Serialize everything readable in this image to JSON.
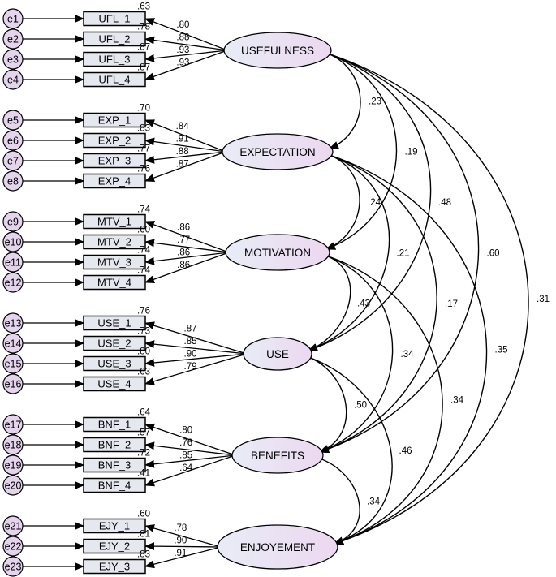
{
  "colors": {
    "latent_fill_left": "#e8ecf6",
    "latent_fill_right": "#ecd8f0",
    "observed_fill": "#e6e8f0",
    "error_fill": "#e4d4ec",
    "stroke": "#000000",
    "background": "#ffffff"
  },
  "diagram": {
    "factors": [
      {
        "name": "USEFULNESS",
        "indicators": [
          {
            "label": "UFL_1",
            "error": "e1",
            "r2": ".63",
            "loading": ".80"
          },
          {
            "label": "UFL_2",
            "error": "e2",
            "r2": ".78",
            "loading": ".88"
          },
          {
            "label": "UFL_3",
            "error": "e3",
            "r2": ".87",
            "loading": ".93"
          },
          {
            "label": "UFL_4",
            "error": "e4",
            "r2": ".87",
            "loading": ".93"
          }
        ]
      },
      {
        "name": "EXPECTATION",
        "indicators": [
          {
            "label": "EXP_1",
            "error": "e5",
            "r2": ".70",
            "loading": ".84"
          },
          {
            "label": "EXP_2",
            "error": "e6",
            "r2": ".83",
            "loading": ".91"
          },
          {
            "label": "EXP_3",
            "error": "e7",
            "r2": ".77",
            "loading": ".88"
          },
          {
            "label": "EXP_4",
            "error": "e8",
            "r2": ".76",
            "loading": ".87"
          }
        ]
      },
      {
        "name": "MOTIVATION",
        "indicators": [
          {
            "label": "MTV_1",
            "error": "e9",
            "r2": ".74",
            "loading": ".86"
          },
          {
            "label": "MTV_2",
            "error": "e10",
            "r2": ".60",
            "loading": ".77"
          },
          {
            "label": "MTV_3",
            "error": "e11",
            "r2": ".74",
            "loading": ".86"
          },
          {
            "label": "MTV_4",
            "error": "e12",
            "r2": ".74",
            "loading": ".86"
          }
        ]
      },
      {
        "name": "USE",
        "indicators": [
          {
            "label": "USE_1",
            "error": "e13",
            "r2": ".76",
            "loading": ".87"
          },
          {
            "label": "USE_2",
            "error": "e14",
            "r2": ".73",
            "loading": ".85"
          },
          {
            "label": "USE_3",
            "error": "e15",
            "r2": ".80",
            "loading": ".90"
          },
          {
            "label": "USE_4",
            "error": "e16",
            "r2": ".63",
            "loading": ".79"
          }
        ]
      },
      {
        "name": "BENEFITS",
        "indicators": [
          {
            "label": "BNF_1",
            "error": "e17",
            "r2": ".64",
            "loading": ".80"
          },
          {
            "label": "BNF_2",
            "error": "e18",
            "r2": ".57",
            "loading": ".76"
          },
          {
            "label": "BNF_3",
            "error": "e19",
            "r2": ".72",
            "loading": ".85"
          },
          {
            "label": "BNF_4",
            "error": "e20",
            "r2": ".41",
            "loading": ".64"
          }
        ]
      },
      {
        "name": "ENJOYEMENT",
        "indicators": [
          {
            "label": "EJY_1",
            "error": "e21",
            "r2": ".60",
            "loading": ".78"
          },
          {
            "label": "EJY_2",
            "error": "e22",
            "r2": ".81",
            "loading": ".90"
          },
          {
            "label": "EJY_3",
            "error": "e23",
            "r2": ".83",
            "loading": ".91"
          }
        ]
      }
    ],
    "covariances": [
      {
        "from": "USEFULNESS",
        "to": "EXPECTATION",
        "value": ".23"
      },
      {
        "from": "USEFULNESS",
        "to": "MOTIVATION",
        "value": ".19"
      },
      {
        "from": "USEFULNESS",
        "to": "USE",
        "value": ".48"
      },
      {
        "from": "USEFULNESS",
        "to": "BENEFITS",
        "value": ".60"
      },
      {
        "from": "USEFULNESS",
        "to": "ENJOYEMENT",
        "value": ".31"
      },
      {
        "from": "EXPECTATION",
        "to": "MOTIVATION",
        "value": ".24"
      },
      {
        "from": "EXPECTATION",
        "to": "USE",
        "value": ".21"
      },
      {
        "from": "EXPECTATION",
        "to": "BENEFITS",
        "value": ".17"
      },
      {
        "from": "EXPECTATION",
        "to": "ENJOYEMENT",
        "value": ".35"
      },
      {
        "from": "MOTIVATION",
        "to": "USE",
        "value": ".43"
      },
      {
        "from": "MOTIVATION",
        "to": "BENEFITS",
        "value": ".34"
      },
      {
        "from": "MOTIVATION",
        "to": "ENJOYEMENT",
        "value": ".34"
      },
      {
        "from": "USE",
        "to": "BENEFITS",
        "value": ".50"
      },
      {
        "from": "USE",
        "to": "ENJOYEMENT",
        "value": ".46"
      },
      {
        "from": "BENEFITS",
        "to": "ENJOYEMENT",
        "value": ".34"
      }
    ]
  }
}
